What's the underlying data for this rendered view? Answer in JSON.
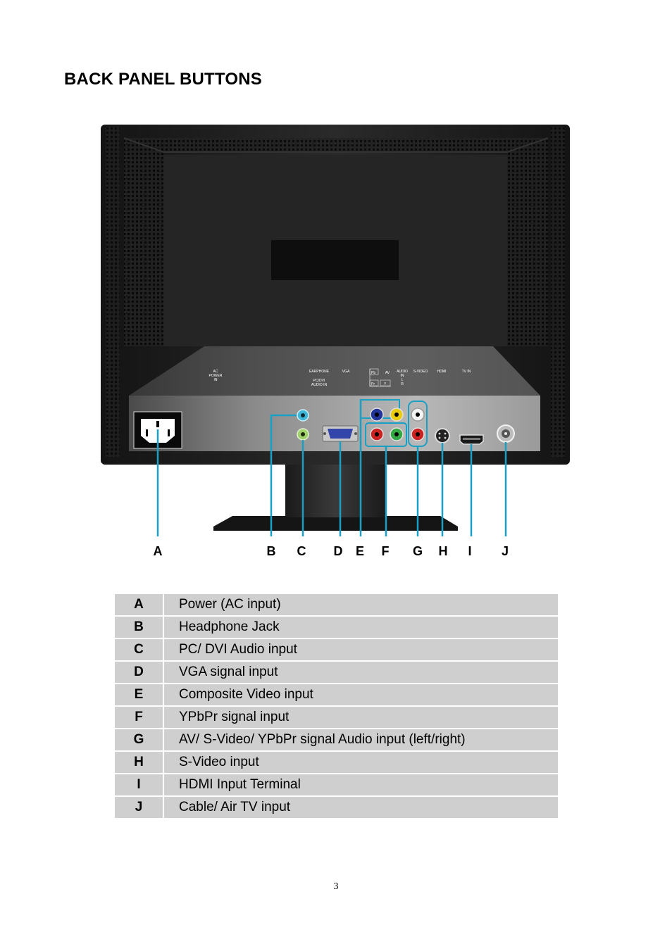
{
  "page": {
    "title": "BACK PANEL BUTTONS",
    "page_number": "3"
  },
  "panel_labels": {
    "ac_power_in": [
      "AC",
      "POWER",
      "IN"
    ],
    "earphone": "EARPHONE",
    "pc_dvi_audio_in": [
      "PC/DVI",
      "AUDIO IN"
    ],
    "vga": "VGA",
    "pb": "Pb",
    "av": "AV",
    "pr": "Pr",
    "y": "Y",
    "audio_in": [
      "AUDIO",
      "IN",
      "L",
      "R"
    ],
    "s_video": "S-VIDEO",
    "hdmi": "HDMI",
    "tv_in": "TV IN"
  },
  "callouts": [
    "A",
    "B",
    "C",
    "D",
    "E",
    "F",
    "G",
    "H",
    "I",
    "J"
  ],
  "legend": [
    {
      "letter": "A",
      "description": "Power (AC input)"
    },
    {
      "letter": "B",
      "description": "Headphone Jack"
    },
    {
      "letter": "C",
      "description": "PC/ DVI Audio input"
    },
    {
      "letter": "D",
      "description": "VGA signal input"
    },
    {
      "letter": "E",
      "description": "Composite Video input"
    },
    {
      "letter": "F",
      "description": "YPbPr signal input"
    },
    {
      "letter": "G",
      "description": "AV/ S-Video/ YPbPr signal Audio input (left/right)"
    },
    {
      "letter": "H",
      "description": "S-Video input"
    },
    {
      "letter": "I",
      "description": "HDMI Input Terminal"
    },
    {
      "letter": "J",
      "description": "Cable/ Air TV input"
    }
  ],
  "colors": {
    "callout_line": "#1aa0c4",
    "panel_body": "#1c1c1c",
    "table_cell": "#cfcfcf"
  }
}
